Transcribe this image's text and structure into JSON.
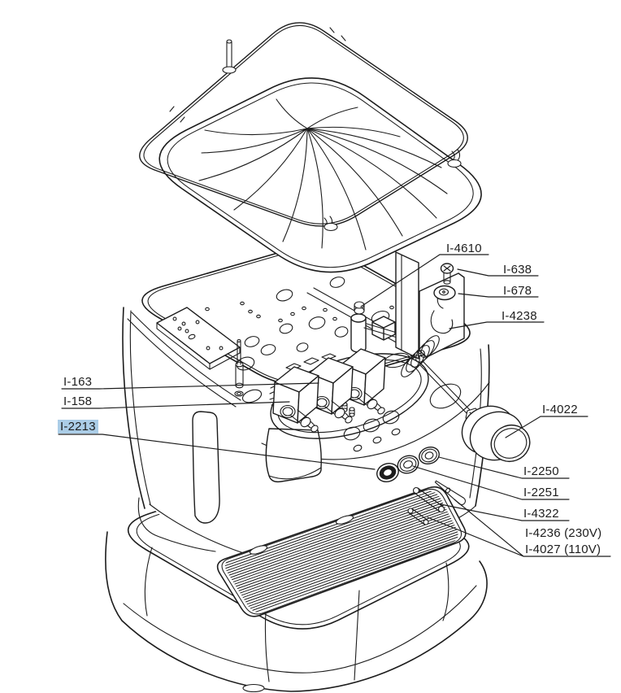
{
  "diagram": {
    "type": "exploded-parts-diagram",
    "subject": "espresso machine exploded view",
    "background": "#ffffff",
    "line_color": "#1c1c1c",
    "highlight_color": "#abcde7",
    "labels": [
      {
        "id": "i-4610",
        "text": "I-4610",
        "highlighted": false
      },
      {
        "id": "i-638",
        "text": "I-638",
        "highlighted": false
      },
      {
        "id": "i-678",
        "text": "I-678",
        "highlighted": false
      },
      {
        "id": "i-4238",
        "text": "I-4238",
        "highlighted": false
      },
      {
        "id": "i-163",
        "text": "I-163",
        "highlighted": false
      },
      {
        "id": "i-158",
        "text": "I-158",
        "highlighted": false
      },
      {
        "id": "i-2213",
        "text": "I-2213",
        "highlighted": true
      },
      {
        "id": "i-4022",
        "text": "I-4022",
        "highlighted": false
      },
      {
        "id": "i-2250",
        "text": "I-2250",
        "highlighted": false
      },
      {
        "id": "i-2251",
        "text": "I-2251",
        "highlighted": false
      },
      {
        "id": "i-4322",
        "text": "I-4322",
        "highlighted": false
      },
      {
        "id": "i-4236",
        "text": "I-4236 (230V)",
        "highlighted": false
      },
      {
        "id": "i-4027",
        "text": "I-4027 (110V)",
        "highlighted": false
      }
    ]
  }
}
